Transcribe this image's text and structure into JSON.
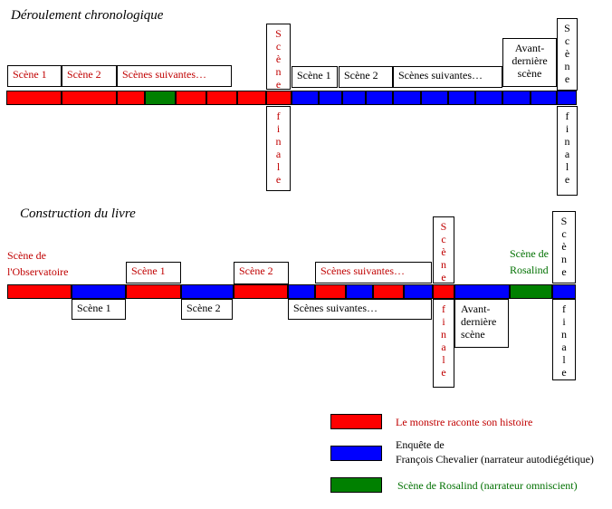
{
  "colors": {
    "monstre": "#ff0000",
    "enquete": "#0000ff",
    "rosalind": "#008000",
    "text_red": "#c00000",
    "text_green": "#007000"
  },
  "titles": {
    "chrono": "Déroulement chronologique",
    "construction": "Construction du livre"
  },
  "chrono": {
    "labels": {
      "scene1_red": "Scène 1",
      "scene2_red": "Scène 2",
      "suivantes_red": "Scènes suivantes…",
      "scene1_blue": "Scène 1",
      "scene2_blue": "Scène 2",
      "suivantes_blue": "Scènes suivantes…",
      "avant_derniere": [
        "Avant-",
        "dernière",
        "scène"
      ]
    },
    "segments": [
      "red",
      "red",
      "red",
      "green",
      "red",
      "red",
      "red",
      "red",
      "blue",
      "blue",
      "blue",
      "blue",
      "blue",
      "blue",
      "blue",
      "blue",
      "blue",
      "blue",
      "blue"
    ],
    "finale_top_1": "Scène",
    "finale_bottom_1": "finale",
    "finale_top_2": "Scène",
    "finale_bottom_2": "finale"
  },
  "construction": {
    "labels": {
      "observatoire": [
        "Scène de",
        "l'Observatoire"
      ],
      "scene1_red": "Scène 1",
      "scene2_red": "Scène 2",
      "suivantes_red": "Scènes suivantes…",
      "scene1_blue": "Scène 1",
      "scene2_blue": "Scène 2",
      "suivantes_blue": "Scènes suivantes…",
      "avant_derniere": [
        "Avant-",
        "dernière",
        "scène"
      ],
      "rosalind": [
        "Scène de",
        "Rosalind"
      ]
    },
    "segments": [
      "red",
      "blue",
      "red",
      "blue",
      "red",
      "blue",
      "red",
      "blue",
      "red",
      "blue",
      "red",
      "blue",
      "green",
      "blue"
    ],
    "finale_top_1": "Scène",
    "finale_bottom_1": "finale",
    "finale_top_2": "Scène",
    "finale_bottom_2": "finale"
  },
  "legend": [
    {
      "color": "red",
      "lines": [
        "Le monstre raconte son histoire"
      ]
    },
    {
      "color": "blue",
      "lines": [
        "Enquête de",
        "François Chevalier (narrateur autodiégétique)"
      ]
    },
    {
      "color": "green",
      "lines": [
        "Scène de Rosalind (narrateur omniscient)"
      ]
    }
  ]
}
